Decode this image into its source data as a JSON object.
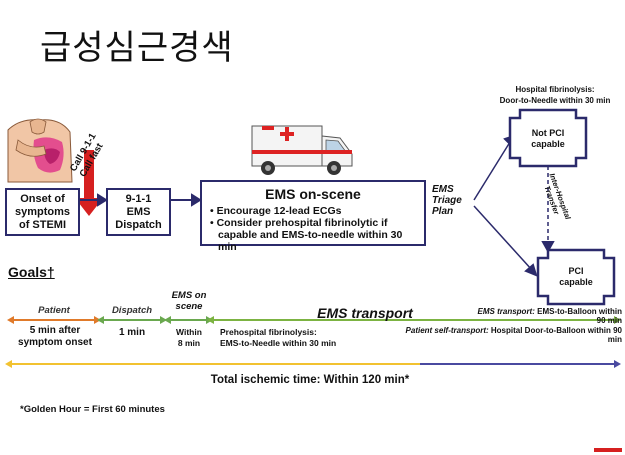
{
  "title": "급성심근경색",
  "call_text": [
    "Call 9-1-1",
    "Call fast"
  ],
  "boxes": {
    "onset": [
      "Onset of",
      "symptoms",
      "of STEMI"
    ],
    "dispatch": [
      "9-1-1",
      "EMS",
      "Dispatch"
    ],
    "ems_title": "EMS on-scene",
    "ems_bullets": [
      "• Encourage 12-lead ECGs",
      "• Consider prehospital fibrinolytic if",
      "capable and EMS-to-needle within 30 min"
    ],
    "triage": [
      "EMS",
      "Triage",
      "Plan"
    ],
    "not_pci": [
      "Not PCI",
      "capable"
    ],
    "pci": [
      "PCI",
      "capable"
    ]
  },
  "hospital_fibrinolysis": [
    "Hospital fibrinolysis:",
    "Door-to-Needle within 30 min"
  ],
  "inter_hospital": [
    "Inter-Hospital",
    "Transfer"
  ],
  "goals_label": "Goals†",
  "phases": {
    "patient": "Patient",
    "dispatch": "Dispatch",
    "ems_on_scene": [
      "EMS on",
      "scene"
    ],
    "ems_transport": "EMS transport"
  },
  "times": {
    "patient": [
      "5 min after",
      "symptom onset"
    ],
    "dispatch": "1 min",
    "ems_scene": [
      "Within",
      "8 min"
    ],
    "prehospital": [
      "Prehospital fibrinolysis:",
      "EMS-to-Needle within 30 min"
    ]
  },
  "right_notes": {
    "ems_transport": [
      "EMS transport:",
      "EMS-to-Balloon within 90 min"
    ],
    "self_transport": [
      "Patient self-transport:",
      "Hospital Door-to-Balloon within 90 min"
    ]
  },
  "total_time": "Total ischemic time:  Within 120 min*",
  "footnote": "*Golden Hour = First 60 minutes",
  "colors": {
    "navy": "#2b2a6b",
    "patient": "#e07a2a",
    "dispatch_green": "#6aa84f",
    "transport_green": "#7cb342",
    "yellow": "#f2c230",
    "red_arrow": "#d62020",
    "purple_line": "#4a4aa0"
  }
}
